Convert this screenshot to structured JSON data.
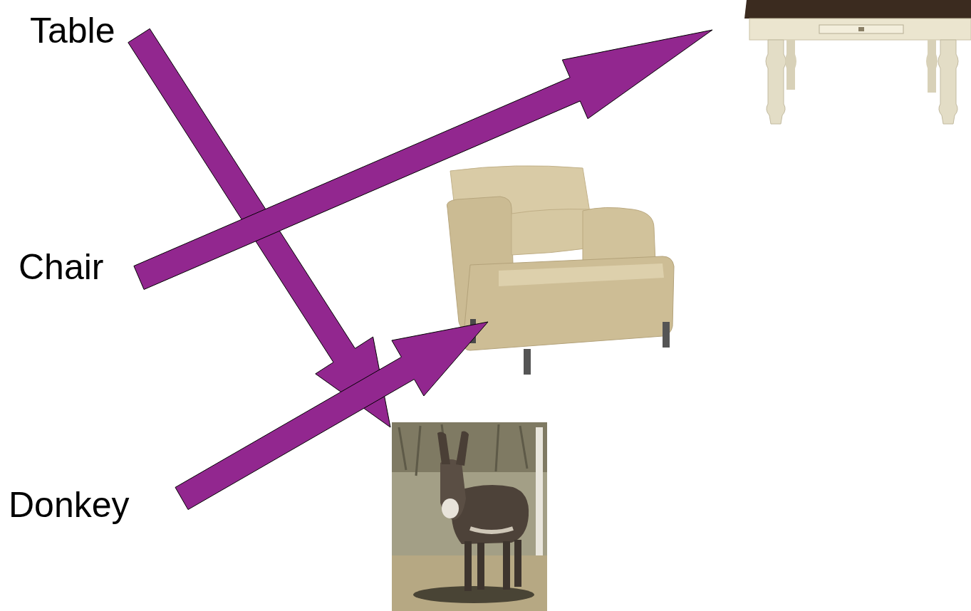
{
  "diagram": {
    "labels": [
      "Table",
      "Chair",
      "Donkey"
    ]
  }
}
